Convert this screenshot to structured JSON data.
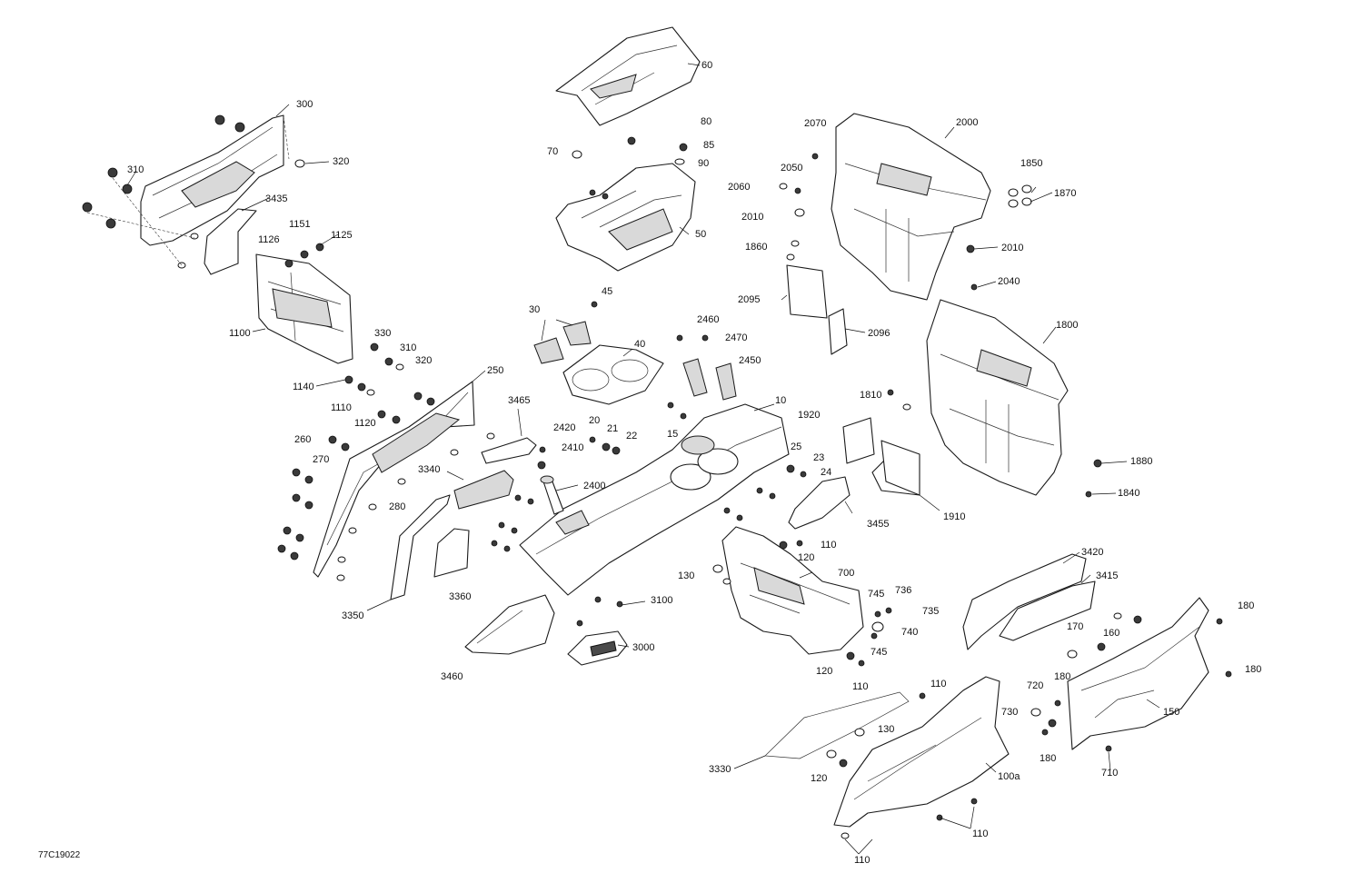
{
  "diagram": {
    "code": "77C19022",
    "callouts": [
      "300",
      "320",
      "310",
      "3435",
      "1151",
      "1125",
      "1126",
      "1100",
      "330",
      "310",
      "320",
      "1140",
      "1110",
      "1120",
      "250",
      "260",
      "270",
      "280",
      "3340",
      "3350",
      "3360",
      "3465",
      "60",
      "80",
      "85",
      "90",
      "70",
      "50",
      "30",
      "45",
      "40",
      "2420",
      "2410",
      "2400",
      "20",
      "21",
      "22",
      "15",
      "10",
      "25",
      "23",
      "24",
      "2460",
      "2470",
      "2450",
      "3455",
      "110",
      "120",
      "130",
      "700",
      "745",
      "736",
      "735",
      "740",
      "745",
      "120",
      "110",
      "3100",
      "3000",
      "3460",
      "2070",
      "2000",
      "1850",
      "1870",
      "2050",
      "2060",
      "2010",
      "2010",
      "1860",
      "2040",
      "2095",
      "2096",
      "1800",
      "1810",
      "1920",
      "1880",
      "1840",
      "1910",
      "3420",
      "3415",
      "180",
      "170",
      "160",
      "180",
      "180",
      "720",
      "730",
      "150",
      "180",
      "710",
      "110",
      "130",
      "120",
      "3330",
      "100a",
      "110",
      "110"
    ]
  }
}
